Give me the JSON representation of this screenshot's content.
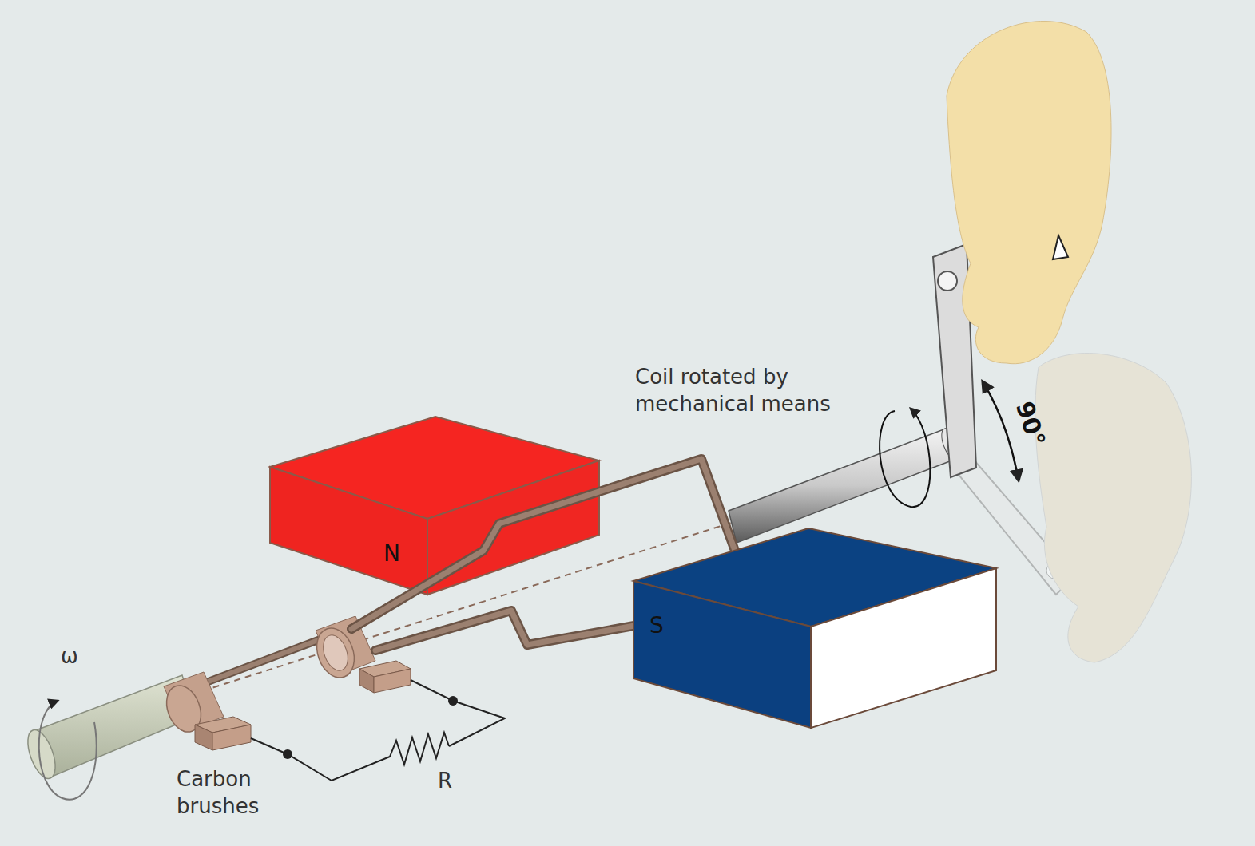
{
  "diagram": {
    "nodes": [
      {
        "text": [
          "N"
        ]
      },
      {
        "text": [
          "S"
        ]
      }
    ],
    "labels": [
      "Coil rotated by mechanical means",
      "90°",
      "ω",
      "Carbon brushes",
      "R"
    ]
  }
}
